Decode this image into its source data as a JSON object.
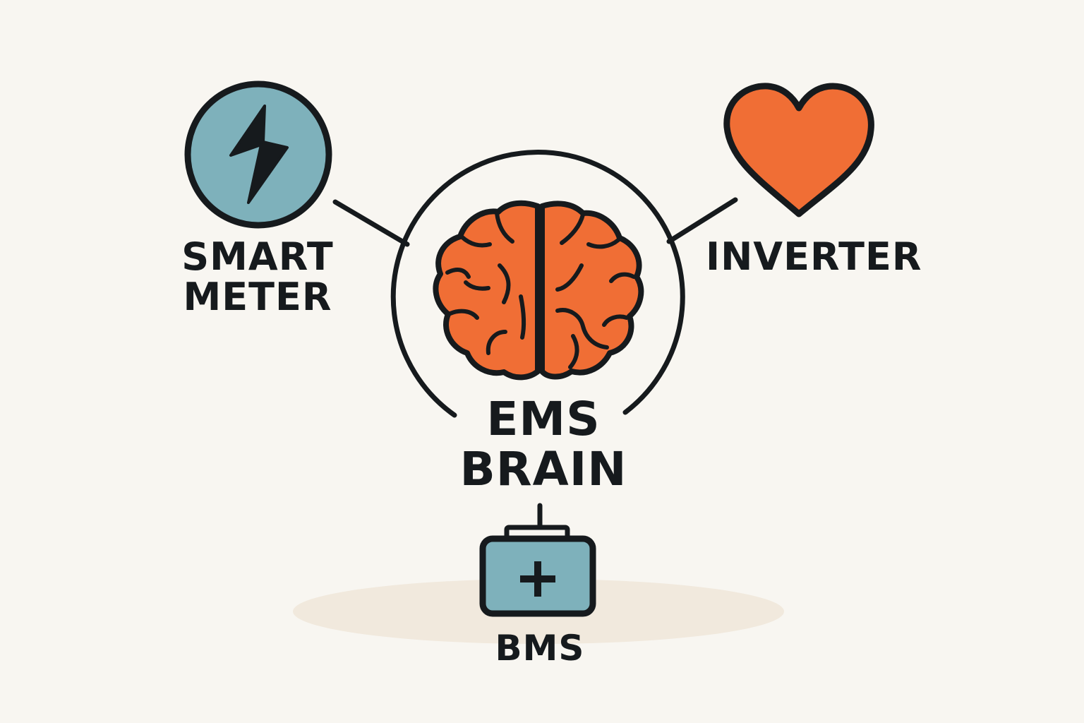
{
  "nodes": {
    "smart_meter": {
      "line1": "SMART",
      "line2": "METER",
      "icon": "lightning-bolt-icon"
    },
    "inverter": {
      "line1": "INVERTER",
      "icon": "heart-icon"
    },
    "ems_brain": {
      "line1": "EMS",
      "line2": "BRAIN",
      "icon": "brain-icon"
    },
    "bms": {
      "line1": "BMS",
      "icon": "battery-plus-icon"
    }
  },
  "colors": {
    "background": "#f8f6f1",
    "outline": "#161a1d",
    "teal": "#7eb1bb",
    "orange": "#f06e35",
    "shadow": "#f1e9dd"
  }
}
